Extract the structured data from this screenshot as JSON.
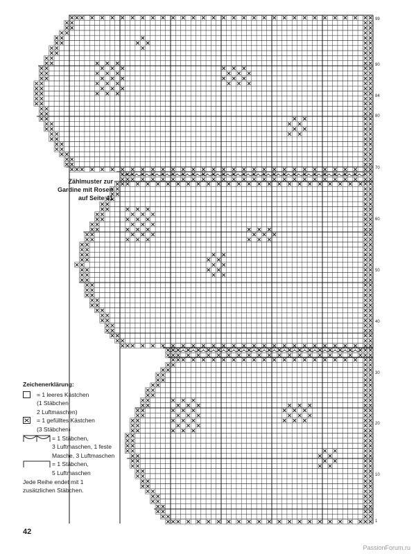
{
  "caption": {
    "line1": "Zählmuster zur",
    "line2": "Gardine mit Rosen",
    "line3": "auf Seite 41"
  },
  "legend": {
    "title": "Zeichenerklärung:",
    "empty_l1": "= 1 leeres Kästchen",
    "empty_l2": "(1 Stäbchen,",
    "empty_l3": "2 Luftmaschen)",
    "filled_l1": "= 1 gefülltes Kästchen",
    "filled_l2": "(3 Stäbchen)",
    "arch_l1": "= 1 Stäbchen,",
    "arch_l2": "3 Luftmaschen, 1 feste",
    "arch_l3": "Masche, 3 Luftmaschen",
    "bar_l1": "= 1 Stäbchen,",
    "bar_l2": "5 Luftmaschen",
    "note_l1": "Jede Reihe endet mit 1",
    "note_l2": "zusätzlichen Stäbchen."
  },
  "row_numbers": [
    "99",
    "90",
    "84",
    "80",
    "70",
    "60",
    "50",
    "40",
    "30",
    "20",
    "10",
    "1"
  ],
  "page_number": "42",
  "watermark": "PassionForum.ru"
}
